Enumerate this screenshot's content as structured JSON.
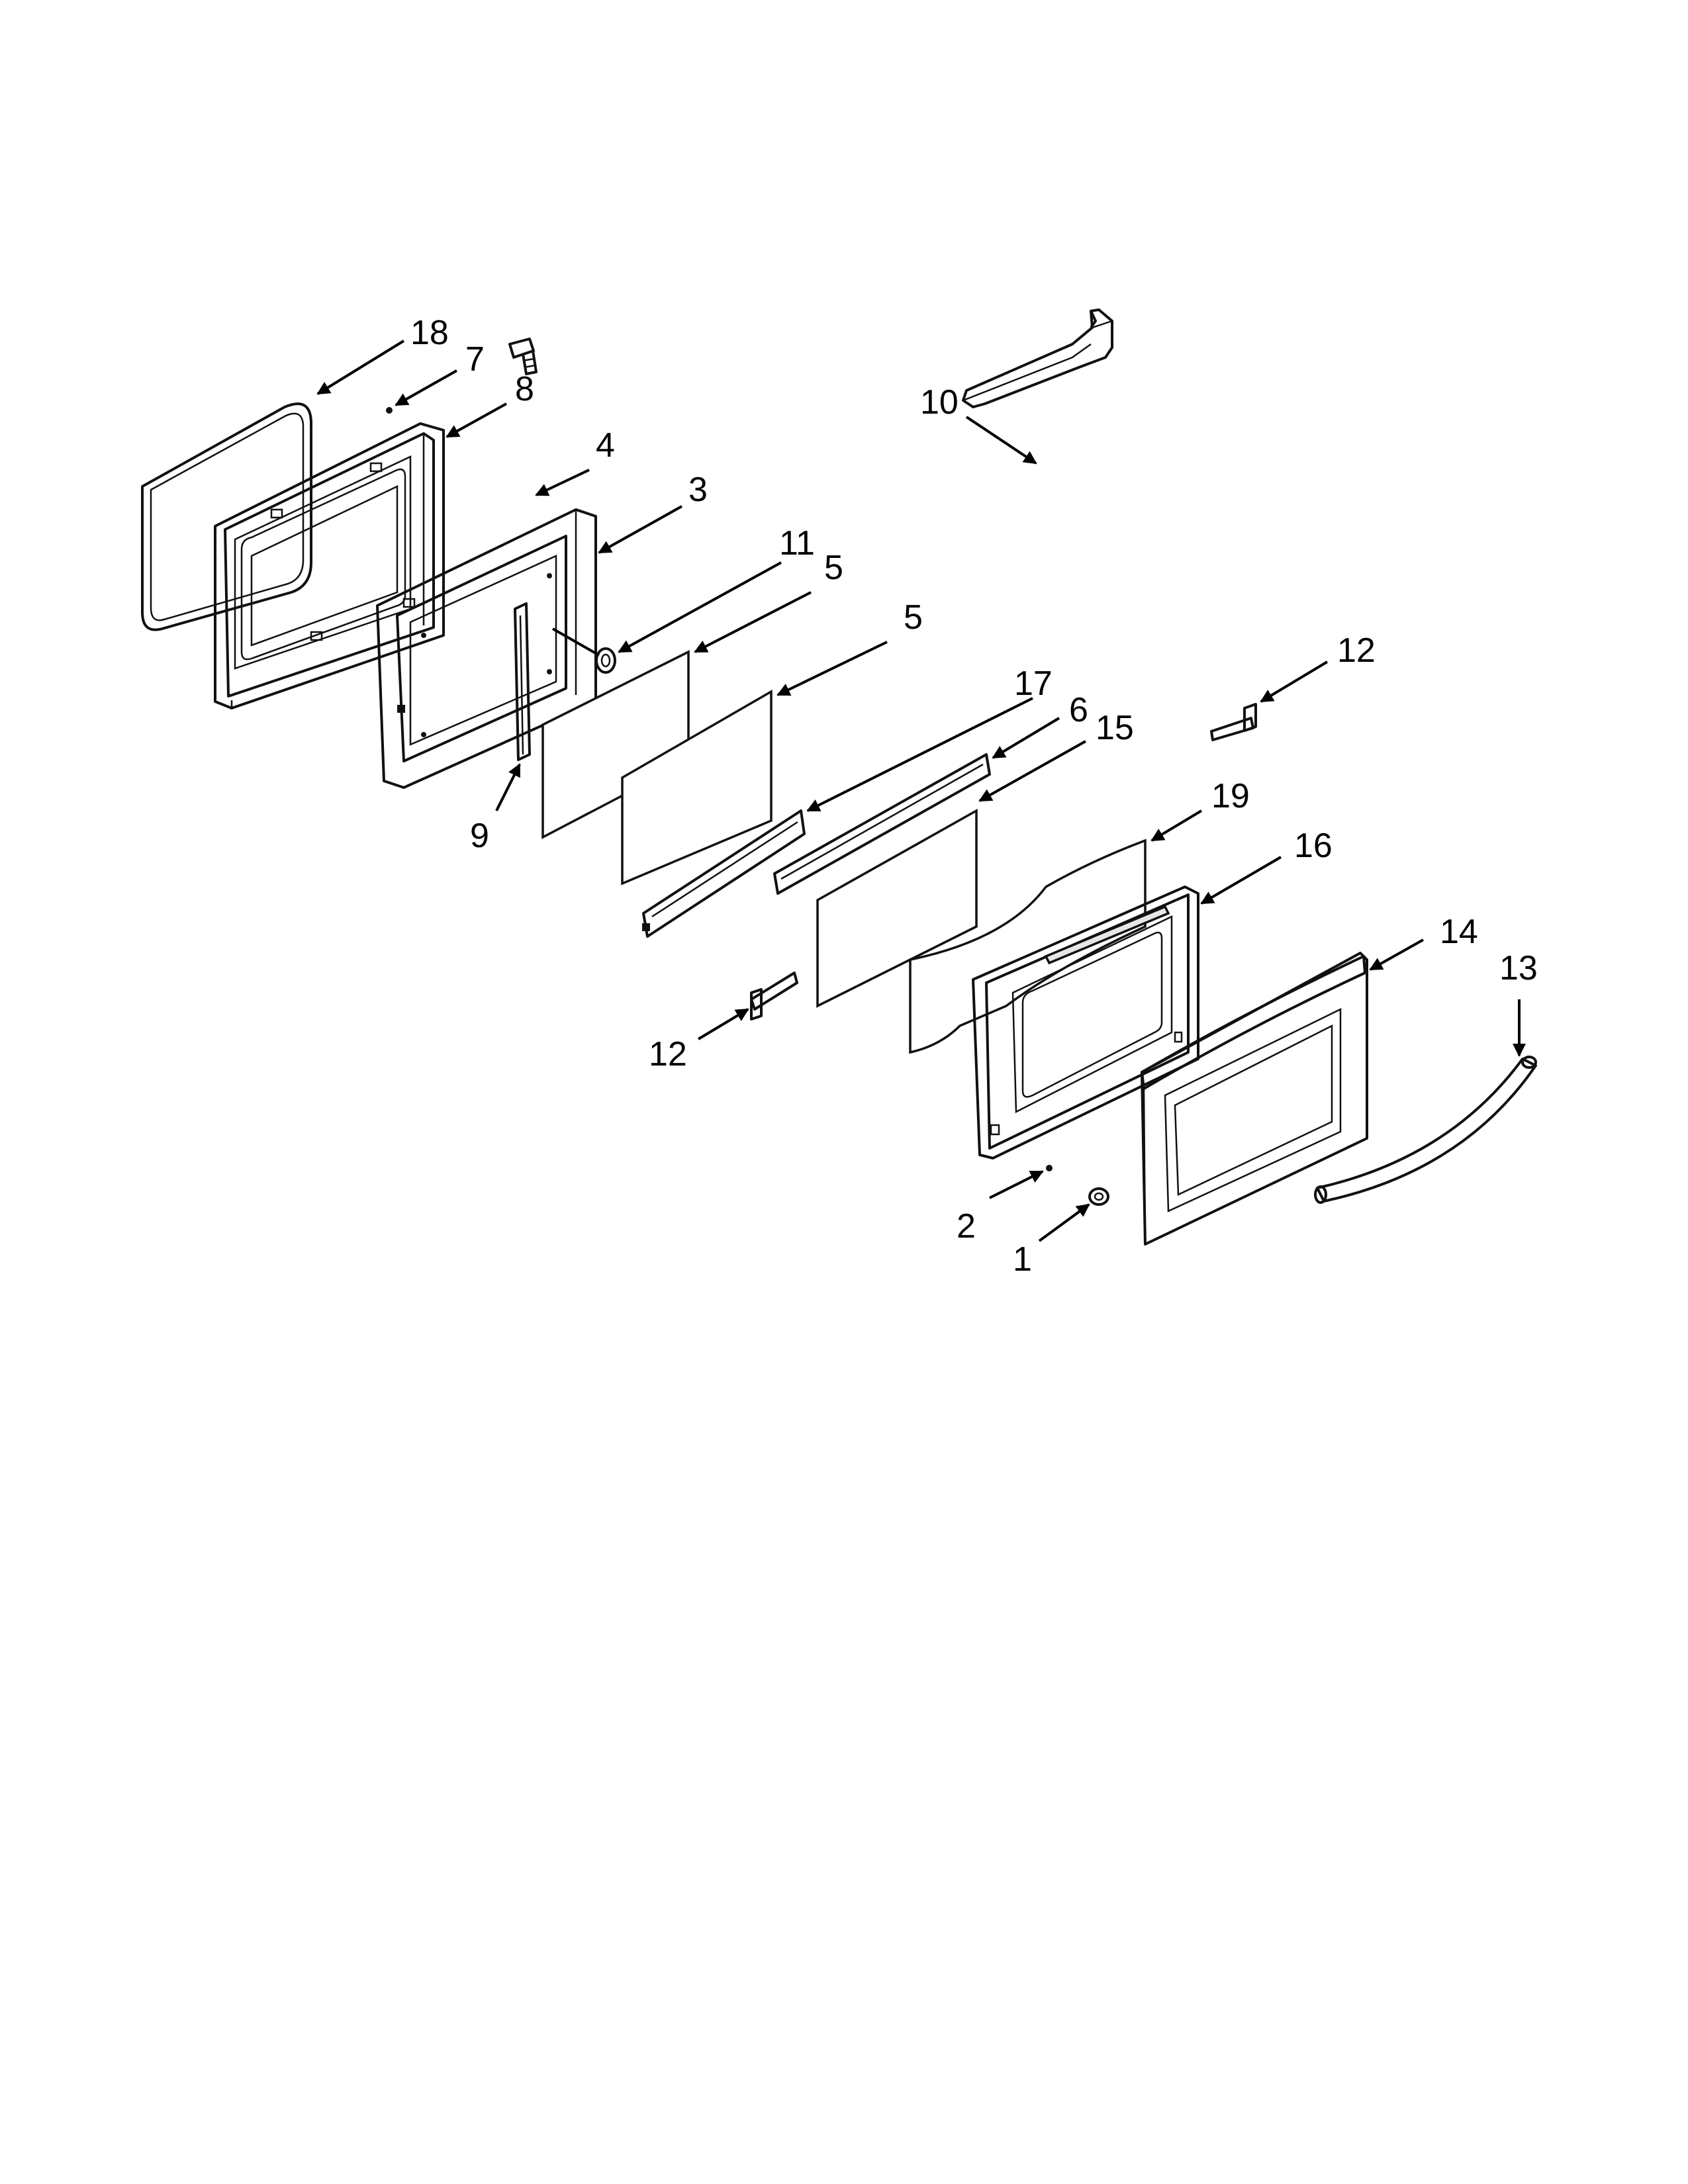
{
  "diagram": {
    "callouts": [
      {
        "id": "c18",
        "text": "18"
      },
      {
        "id": "c7",
        "text": "7"
      },
      {
        "id": "c8",
        "text": "8"
      },
      {
        "id": "c4",
        "text": "4"
      },
      {
        "id": "c3",
        "text": "3"
      },
      {
        "id": "c11",
        "text": "11"
      },
      {
        "id": "c5a",
        "text": "5"
      },
      {
        "id": "c5b",
        "text": "5"
      },
      {
        "id": "c9",
        "text": "9"
      },
      {
        "id": "c10",
        "text": "10"
      },
      {
        "id": "c12a",
        "text": "12"
      },
      {
        "id": "c17",
        "text": "17"
      },
      {
        "id": "c6",
        "text": "6"
      },
      {
        "id": "c15",
        "text": "15"
      },
      {
        "id": "c19",
        "text": "19"
      },
      {
        "id": "c16",
        "text": "16"
      },
      {
        "id": "c14",
        "text": "14"
      },
      {
        "id": "c13",
        "text": "13"
      },
      {
        "id": "c12b",
        "text": "12"
      },
      {
        "id": "c2",
        "text": "2"
      },
      {
        "id": "c1",
        "text": "1"
      }
    ]
  }
}
